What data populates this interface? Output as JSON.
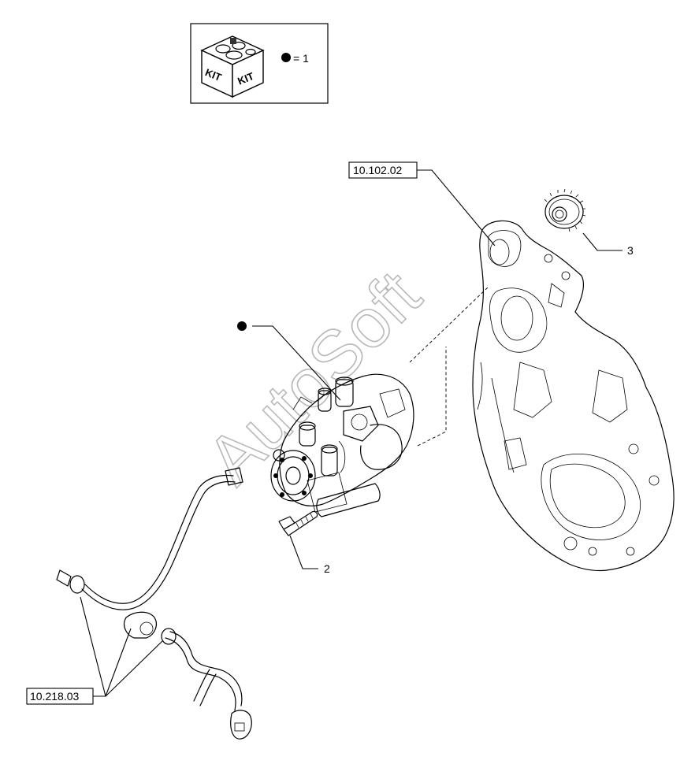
{
  "kit_legend": {
    "kit_label_left": "KIT",
    "kit_label_right": "KIT",
    "equals_text": "= 1"
  },
  "references": {
    "ref_top": "10.102.02",
    "ref_bottom": "10.218.03"
  },
  "callouts": {
    "item_2": "2",
    "item_3": "3"
  },
  "watermark": "AutoSoft",
  "icons": [
    "kit-box-icon",
    "kit-marker-dot-icon"
  ]
}
